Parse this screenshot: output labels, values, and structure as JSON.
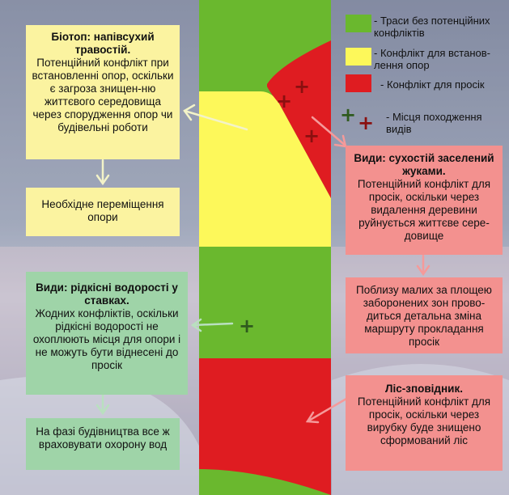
{
  "colors": {
    "green": "#6ab82e",
    "yellow": "#fdf85a",
    "red": "#df1c21",
    "cross_red": "#8a1010",
    "cross_green": "#2f5a1e"
  },
  "legend": {
    "green_label": "- Траси без потенційних конфліктів",
    "yellow_label": "- Конфлікт для встанов-лення опор",
    "red_label": "- Конфлікт для просік",
    "cross_label": "- Місця походження видів"
  },
  "boxes": {
    "biotope": {
      "title": "Біотоп: напівсухий травостій.",
      "text": "Потенційний конфлікт при встановленні опор, оскільки є загроза знищен-ню життєвого середовища через спорудження опор чи будівельні роботи"
    },
    "relocation": {
      "text": "Необхідне переміщення опори"
    },
    "species_beetles": {
      "title": "Види: сухостій заселений жуками.",
      "text": "Потенційний конфлікт для просік, оскільки через видалення деревини руйнується життєве сере-довище"
    },
    "detail_change": {
      "text": "Поблизу малих за площею заборонених зон прово-диться детальна зміна маршруту прокладання просік"
    },
    "species_algae": {
      "title": "Види: рідкісні водорості у ставках.",
      "text": "Жодних конфліктів, оскільки рідкісні водорості не охоплюють місця для опори і не можуть бути віднесені до просік"
    },
    "water_protection": {
      "text": "На фазі будівництва все ж враховувати охорону вод"
    },
    "reserve_forest": {
      "title": "Ліс-зповідник.",
      "text": "Потенційний конфлікт для просік, оскільки через вирубку буде знищено сформований ліс"
    }
  }
}
